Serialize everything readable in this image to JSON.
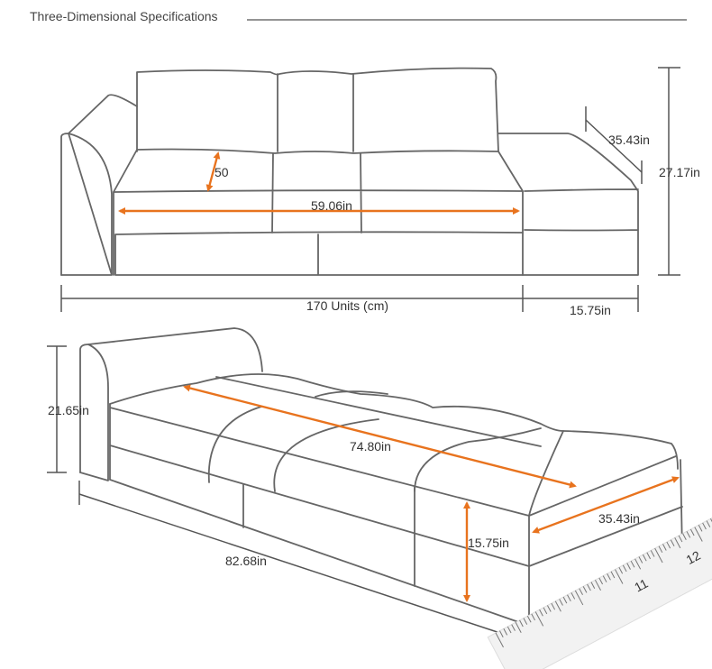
{
  "header": {
    "title": "Three-Dimensional Specifications"
  },
  "front_view": {
    "seat_depth": "50",
    "seat_width": "59.06in",
    "chaise_depth": "35.43in",
    "height": "27.17in",
    "total_width": "170 Units (cm)",
    "chaise_width": "15.75in"
  },
  "perspective_view": {
    "arm_height": "21.65in",
    "seat_length": "74.80in",
    "chaise_depth": "35.43in",
    "seat_height": "15.75in",
    "total_length": "82.68in"
  },
  "ruler": {
    "labels": [
      "11",
      "12"
    ]
  },
  "colors": {
    "accent": "#e8731e",
    "line": "#666666"
  }
}
